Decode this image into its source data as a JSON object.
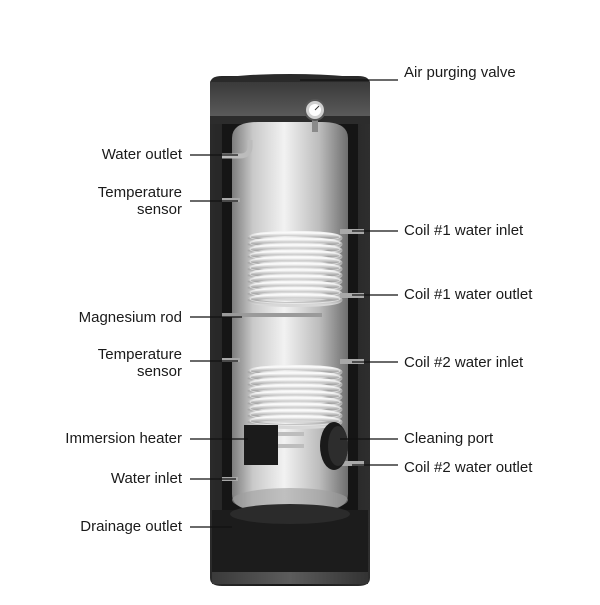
{
  "labels": {
    "air_purging_valve": "Air purging valve",
    "water_outlet": "Water outlet",
    "temperature_sensor_top_1": "Temperature",
    "temperature_sensor_top_2": "sensor",
    "coil1_inlet": "Coil #1 water inlet",
    "coil1_outlet": "Coil #1 water outlet",
    "magnesium_rod": "Magnesium rod",
    "temperature_sensor_bottom_1": "Temperature",
    "temperature_sensor_bottom_2": "sensor",
    "coil2_inlet": "Coil #2 water inlet",
    "immersion_heater": "Immersion heater",
    "cleaning_port": "Cleaning port",
    "water_inlet": "Water inlet",
    "coil2_outlet": "Coil #2 water outlet",
    "drainage_outlet": "Drainage outlet"
  },
  "colors": {
    "jacket": "#1c1c1c",
    "jacket_edge": "#3a3a3a",
    "lid": "#4a4a4a",
    "tank_light": "#e8e8e8",
    "tank_dark": "#8a8a8a",
    "coil": "#b8b8b8",
    "leader": "#111111",
    "text": "#1a1a1a"
  }
}
